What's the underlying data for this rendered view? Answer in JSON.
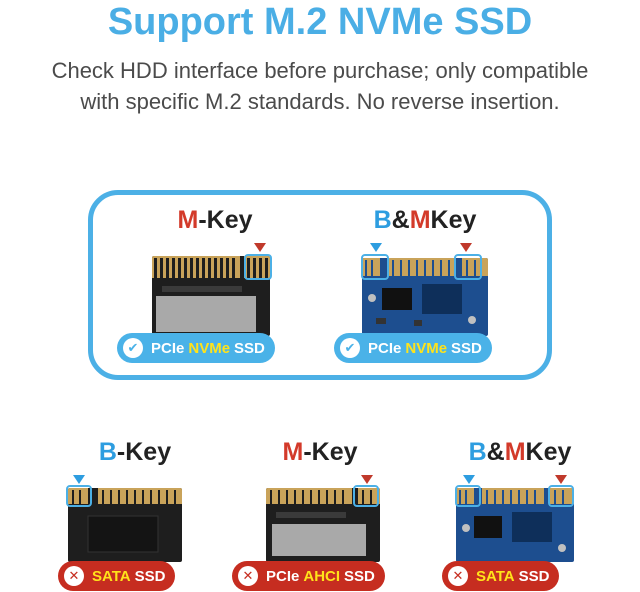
{
  "header": {
    "title": "Support M.2 NVMe SSD",
    "subtitle_line1": "Check HDD interface before purchase; only compatible",
    "subtitle_line2": "with specific M.2 standards. No reverse insertion."
  },
  "compatible": [
    {
      "key_a": "M",
      "key_sep": "-",
      "key_b": "Key",
      "badge_pre": "PCIe",
      "badge_hl": "NVMe",
      "badge_post": "SSD",
      "status": "check-icon"
    },
    {
      "key_a": "B",
      "key_sep": "&",
      "key_m": "M",
      "key_b": "Key",
      "badge_pre": "PCIe",
      "badge_hl": "NVMe",
      "badge_post": "SSD",
      "status": "check-icon"
    }
  ],
  "incompatible": [
    {
      "key_a": "B",
      "key_sep": "-",
      "key_b": "Key",
      "badge_hl": "SATA",
      "badge_post": "SSD",
      "status": "cross-icon"
    },
    {
      "key_a": "M",
      "key_sep": "-",
      "key_b": "Key",
      "badge_pre": "PCIe",
      "badge_hl": "AHCI",
      "badge_post": "SSD",
      "status": "cross-icon"
    },
    {
      "key_a": "B",
      "key_sep": "&",
      "key_m": "M",
      "key_b": "Key",
      "badge_hl": "SATA",
      "badge_post": "SSD",
      "status": "cross-icon"
    }
  ],
  "colors": {
    "accent_blue": "#4cb0e6",
    "key_red": "#d33a2a",
    "cross_red": "#c62d20",
    "highlight_yellow": "#ffe31a"
  }
}
